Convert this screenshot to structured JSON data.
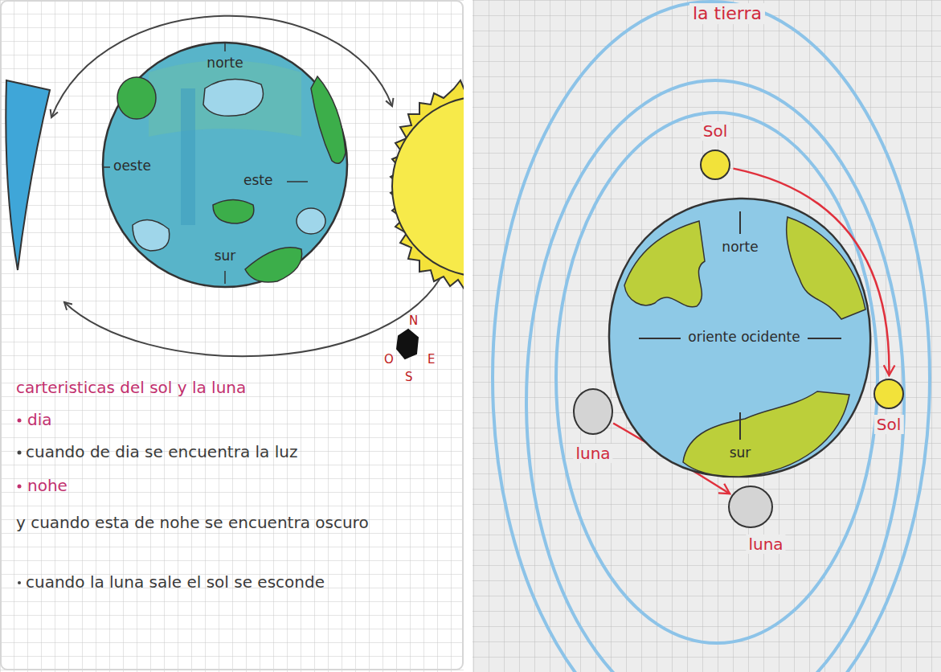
{
  "diagram": {
    "nodes": [
      {
        "text": [
          "norte",
          "oeste",
          "este",
          "sur"
        ]
      },
      {
        "text": [
          "Sol"
        ]
      },
      {
        "text": [
          "norte",
          "oriente ocidente",
          "sur"
        ]
      },
      {
        "text": [
          "Sol"
        ]
      },
      {
        "text": [
          "luna"
        ]
      },
      {
        "text": [
          "luna"
        ]
      }
    ],
    "edges": [
      {
        "from": 1,
        "to": 3,
        "arrow": "to"
      },
      {
        "from": 4,
        "to": 5,
        "arrow": "to"
      }
    ],
    "labels": [
      "N",
      "O",
      "E",
      "S",
      "carteristicas del sol y la luna",
      "dia",
      "cuando de dia se encuentra la luz",
      "nohe",
      "y cuando esta de nohe se encuentra oscuro",
      "cuando la luna sale el sol se esconde",
      "la tierra"
    ]
  }
}
